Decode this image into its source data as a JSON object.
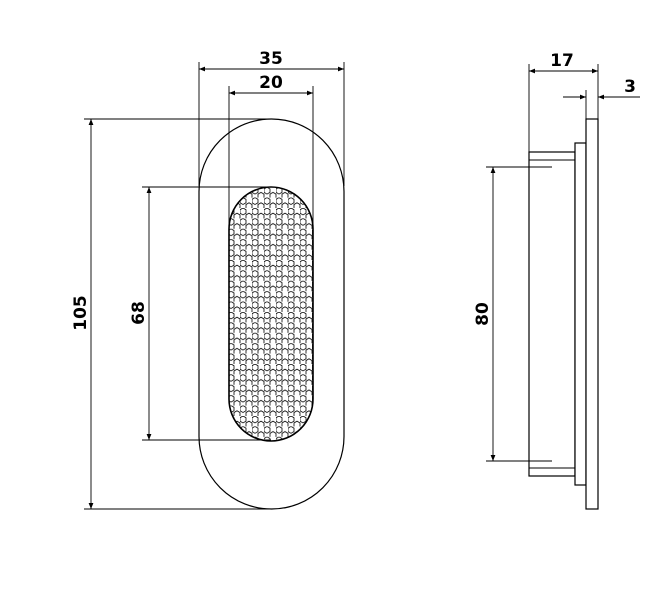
{
  "drawing": {
    "front_view": {
      "overall_width": "35",
      "mesh_width": "20",
      "overall_height": "105",
      "mesh_height": "68"
    },
    "side_view": {
      "depth": "17",
      "flange_thickness": "3",
      "body_height": "80"
    }
  }
}
